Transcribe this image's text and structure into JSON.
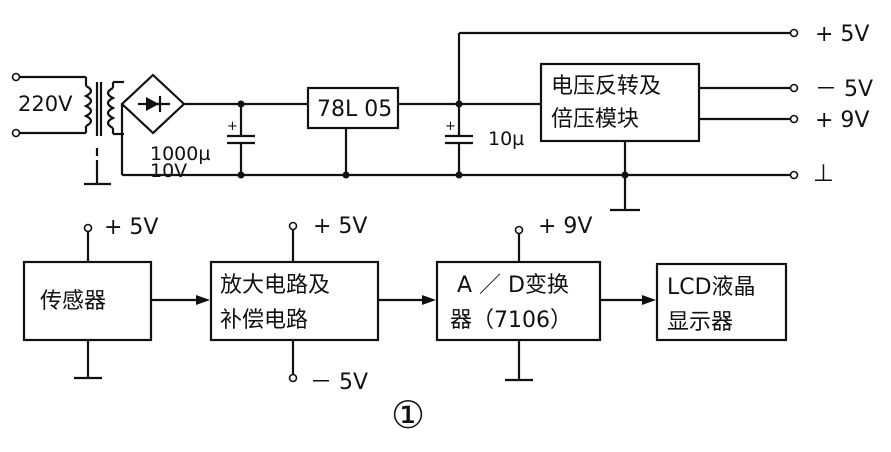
{
  "power_supply": {
    "input_label": "220V",
    "cap1_label_value": "1000µ",
    "cap1_label_voltage": "10V",
    "regulator_label": "78L 05",
    "cap2_label": "10µ",
    "inverter_label_line1": "电压反转及",
    "inverter_label_line2": "倍压模块",
    "out_plus5": "+ 5V",
    "out_minus5": "－ 5V",
    "out_plus9": "+ 9V",
    "ground_symbol": "⊥"
  },
  "signal_chain": {
    "sensor_label": "传感器",
    "sensor_supply": "+ 5V",
    "amp_line1": "放大电路及",
    "amp_line2": "补偿电路",
    "amp_supply_top": "+ 5V",
    "amp_supply_bottom": "－ 5V",
    "adc_line1": "A ／ D变换",
    "adc_line2": "器（7106）",
    "adc_supply": "+ 9V",
    "lcd_line1": "LCD液晶",
    "lcd_line2": "显示器"
  },
  "figure_number": "①"
}
